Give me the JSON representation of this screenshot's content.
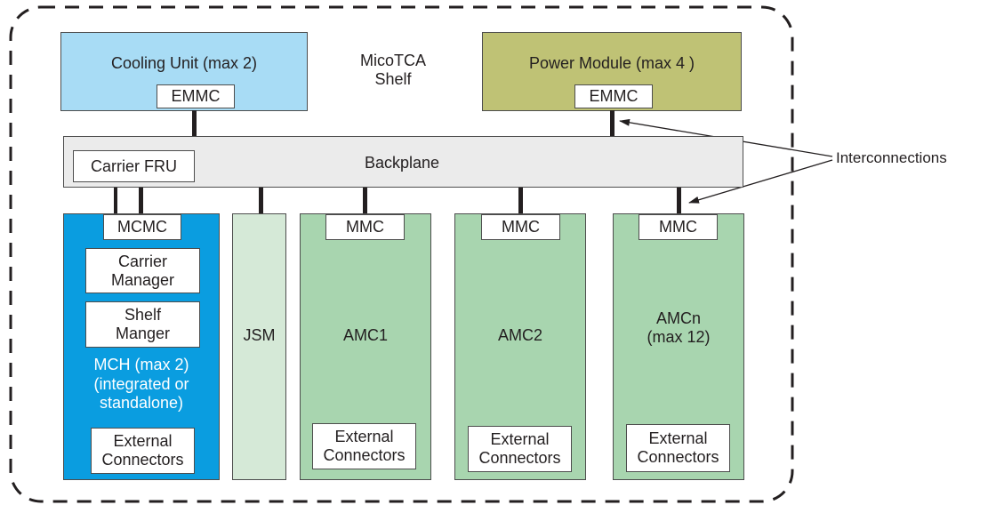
{
  "shelf": {
    "title_line1": "MicoTCA",
    "title_line2": "Shelf"
  },
  "cooling_unit": {
    "label": "Cooling Unit (max 2)",
    "controller": "EMMC",
    "color": "#a8dcf5"
  },
  "power_module": {
    "label": "Power Module (max 4 )",
    "controller": "EMMC",
    "color": "#bfc275"
  },
  "backplane": {
    "label": "Backplane",
    "carrier_fru": "Carrier FRU",
    "color": "#ebebeb"
  },
  "mch": {
    "controller": "MCMC",
    "carrier_manager_line1": "Carrier",
    "carrier_manager_line2": "Manager",
    "shelf_manager_line1": "Shelf",
    "shelf_manager_line2": "Manger",
    "label_line1": "MCH (max 2)",
    "label_line2": "(integrated or",
    "label_line3": "standalone)",
    "ext_line1": "External",
    "ext_line2": "Connectors",
    "color": "#0a9de0"
  },
  "jsm": {
    "label": "JSM",
    "color": "#d5e9d7"
  },
  "amc1": {
    "controller": "MMC",
    "label_line1": "AMC1",
    "label_line2": "",
    "ext_line1": "External",
    "ext_line2": "Connectors"
  },
  "amc2": {
    "controller": "MMC",
    "label_line1": "AMC2",
    "label_line2": "",
    "ext_line1": "External",
    "ext_line2": "Connectors"
  },
  "amcn": {
    "controller": "MMC",
    "label_line1": "AMCn",
    "label_line2": "(max 12)",
    "ext_line1": "External",
    "ext_line2": "Connectors"
  },
  "amc_color": "#a8d5af",
  "callout": {
    "label": "Interconnections"
  }
}
